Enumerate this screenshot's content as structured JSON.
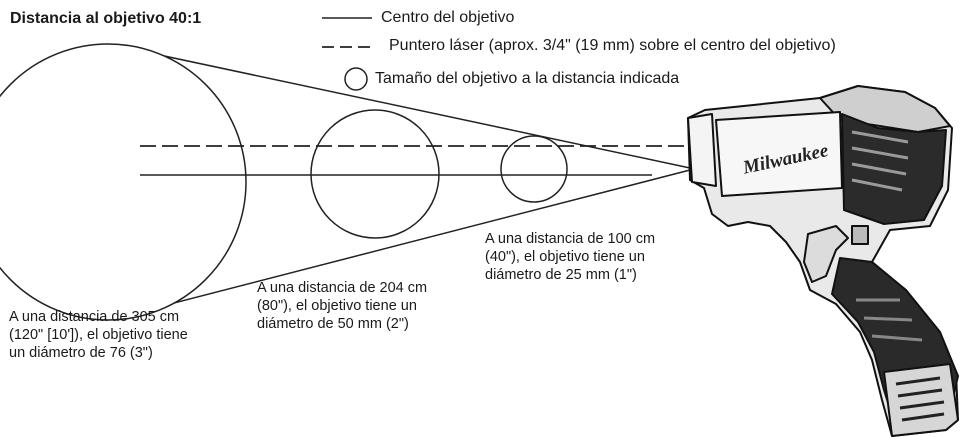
{
  "title": "Distancia al objetivo 40:1",
  "legend": {
    "center_line": "Centro del objetivo",
    "laser_line": "Puntero láser (aprox. 3/4\" (19 mm) sobre el centro del objetivo)",
    "circle": "Tamaño del objetivo a la distancia indicada"
  },
  "labels": {
    "far": [
      "A una distancia de 305 cm",
      "(120\" [10']), el objetivo tiene",
      "un diámetro de 76 (3\")"
    ],
    "mid": [
      "A una distancia de 204 cm",
      "(80\"), el objetivo tiene un",
      "diámetro de 50 mm (2\")"
    ],
    "near": [
      "A una distancia de 100 cm",
      "(40\"), el objetivo tiene un",
      "diámetro de 25 mm (1\")"
    ]
  },
  "device_brand": "Milwaukee",
  "icons": {
    "device": "thermometer-gun-icon"
  }
}
